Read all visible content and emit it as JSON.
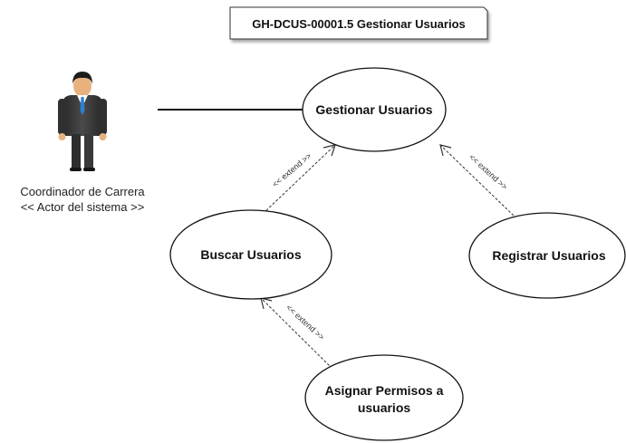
{
  "title": "GH-DCUS-00001.5 Gestionar Usuarios",
  "actor": {
    "name": "Coordinador de Carrera",
    "stereotype": "<< Actor del sistema >>",
    "icon": "person-icon"
  },
  "use_cases": {
    "gestionar": "Gestionar Usuarios",
    "buscar": "Buscar Usuarios",
    "registrar": "Registrar Usuarios",
    "asignar_line1": "Asignar Permisos a",
    "asignar_line2": "usuarios"
  },
  "relations": {
    "extend_1": "<< extend >>",
    "extend_2": "<< extend >>",
    "extend_3": "<< extend >>"
  }
}
